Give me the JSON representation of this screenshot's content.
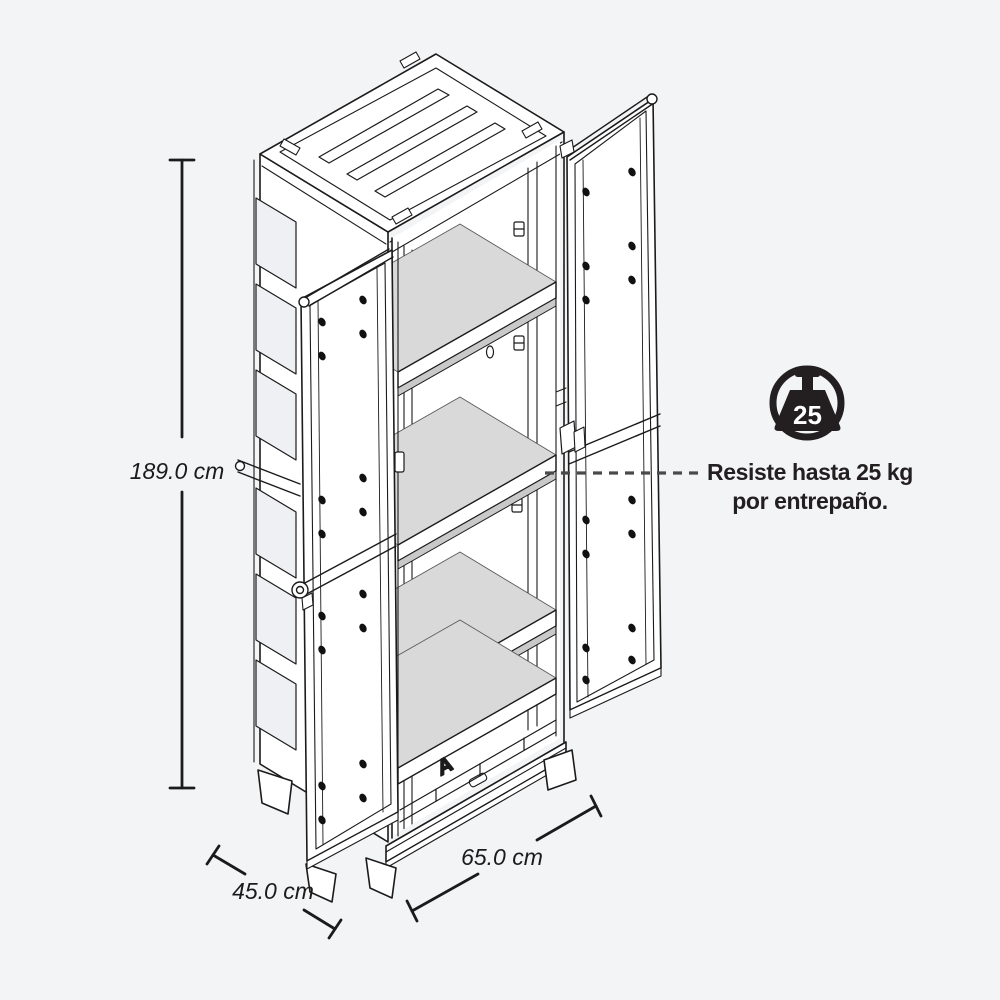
{
  "diagram": {
    "subject": "storage-cabinet-isometric-line-drawing",
    "dimensions": {
      "height_label": "189.0 cm",
      "depth_label": "45.0 cm",
      "width_label": "65.0 cm"
    },
    "callout": {
      "icon_value": "25",
      "line1": "Resiste hasta 25 kg",
      "line2": "por entrepaño."
    },
    "logo_mark": "A",
    "colors": {
      "background": "#f3f4f6",
      "line": "#1b1b1b",
      "shelf_fill": "#d9d9d9",
      "callout_ink": "#231f20"
    }
  }
}
